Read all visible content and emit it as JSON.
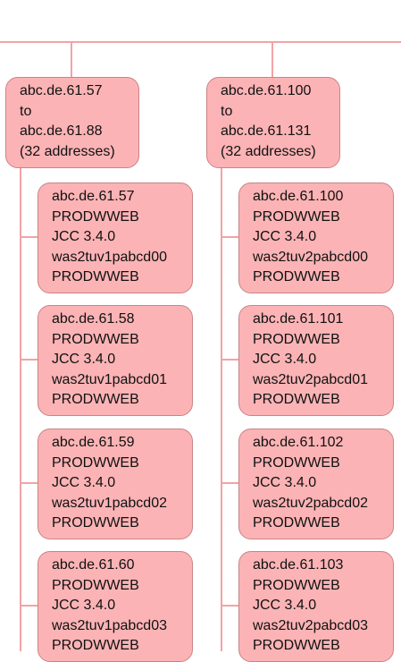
{
  "colors": {
    "node_fill": "#fbb3b5",
    "node_border": "#c98486",
    "connector": "#f2a3a5"
  },
  "groups": [
    {
      "range": [
        "abc.de.61.57",
        "to",
        "abc.de.61.88",
        "(32 addresses)"
      ],
      "servers": [
        [
          "abc.de.61.57",
          "PRODWWEB",
          "JCC  3.4.0",
          "was2tuv1pabcd00",
          "PRODWWEB"
        ],
        [
          "abc.de.61.58",
          "PRODWWEB",
          "JCC  3.4.0",
          "was2tuv1pabcd01",
          "PRODWWEB"
        ],
        [
          "abc.de.61.59",
          "PRODWWEB",
          "JCC  3.4.0",
          "was2tuv1pabcd02",
          "PRODWWEB"
        ],
        [
          "abc.de.61.60",
          "PRODWWEB",
          "JCC  3.4.0",
          "was2tuv1pabcd03",
          "PRODWWEB"
        ]
      ]
    },
    {
      "range": [
        "abc.de.61.100",
        "to",
        "abc.de.61.131",
        "(32 addresses)"
      ],
      "servers": [
        [
          "abc.de.61.100",
          "PRODWWEB",
          "JCC  3.4.0",
          "was2tuv2pabcd00",
          "PRODWWEB"
        ],
        [
          "abc.de.61.101",
          "PRODWWEB",
          "JCC  3.4.0",
          "was2tuv2pabcd01",
          "PRODWWEB"
        ],
        [
          "abc.de.61.102",
          "PRODWWEB",
          "JCC  3.4.0",
          "was2tuv2pabcd02",
          "PRODWWEB"
        ],
        [
          "abc.de.61.103",
          "PRODWWEB",
          "JCC  3.4.0",
          "was2tuv2pabcd03",
          "PRODWWEB"
        ]
      ]
    }
  ]
}
